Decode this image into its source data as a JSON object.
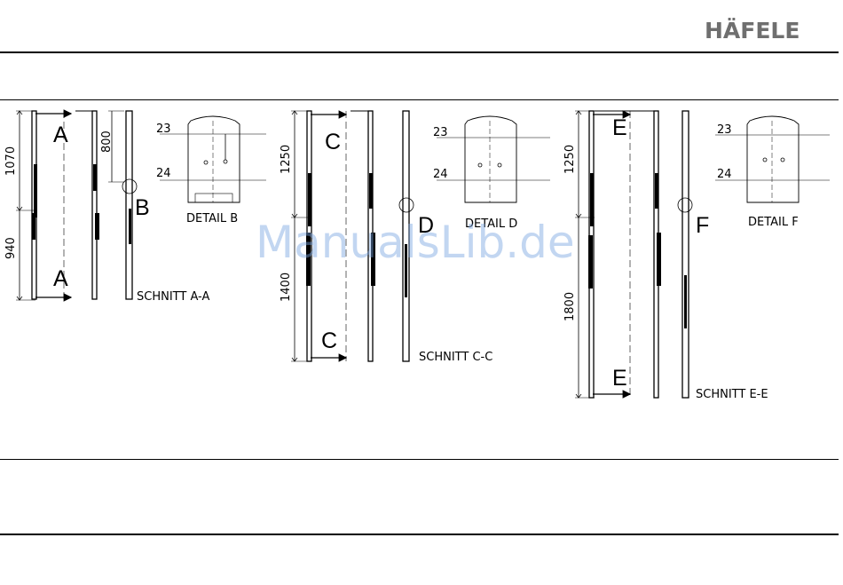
{
  "header": {
    "logo_text": "HÄFELE"
  },
  "watermark": "ManualsLib.de",
  "colors": {
    "logo": "#6f6f6f",
    "watermark": "#78a5e1",
    "line": "#000000"
  },
  "group1": {
    "section_letter": "A",
    "detail_letter": "B",
    "section_label": "SCHNITT A-A",
    "detail_label": "DETAIL B",
    "dim_top": "1070",
    "dim_bottom": "940",
    "dim_side": "800",
    "detail_num_top": "23",
    "detail_num_bottom": "24"
  },
  "group2": {
    "section_letter": "C",
    "detail_letter": "D",
    "section_label": "SCHNITT C-C",
    "detail_label": "DETAIL D",
    "dim_top": "1250",
    "dim_bottom": "1400",
    "detail_num_top": "23",
    "detail_num_bottom": "24"
  },
  "group3": {
    "section_letter": "E",
    "detail_letter": "F",
    "section_label": "SCHNITT E-E",
    "detail_label": "DETAIL F",
    "dim_top": "1250",
    "dim_bottom": "1800",
    "detail_num_top": "23",
    "detail_num_bottom": "24"
  }
}
